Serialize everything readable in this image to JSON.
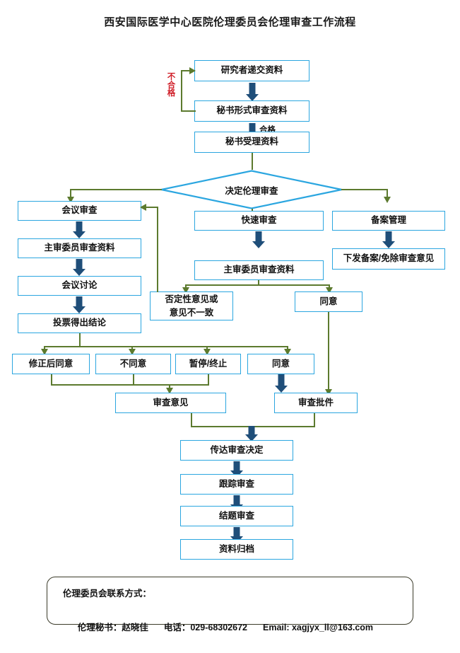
{
  "title": "西安国际医学中心医院伦理委员会伦理审查工作流程",
  "edge_labels": {
    "reject": "不合格",
    "pass": "合格"
  },
  "nodes": {
    "submit": "研究者递交资料",
    "formal_review": "秘书形式审查资料",
    "accept": "秘书受理资料",
    "decide": "决定伦理审查",
    "meeting_review": "会议审查",
    "meeting_reviewer_docs": "主审委员审查资料",
    "meeting_discuss": "会议讨论",
    "vote_conclusion": "投票得出结论",
    "fast_review": "快速审查",
    "fast_reviewer_docs": "主审委员审查资料",
    "filing_management": "备案管理",
    "filing_opinion": "下发备案/免除审查意见",
    "negative_line1": "否定性意见或",
    "negative_line2": "意见不一致",
    "agree_fast": "同意",
    "agree_after_revision": "修正后同意",
    "disagree": "不同意",
    "suspend_terminate": "暂停/终止",
    "agree_vote": "同意",
    "review_opinion": "审查意见",
    "review_approval": "审查批件",
    "convey_decision": "传达审查决定",
    "follow_up_review": "跟踪审查",
    "closure_review": "结题审查",
    "archive": "资料归档"
  },
  "contact": {
    "heading": "伦理委员会联系方式：",
    "secretary_label": "伦理秘书：赵晓佳",
    "phone_label": "电话：029-68302672",
    "email_label": "Email: xagjyx_ll@163.com"
  },
  "colors": {
    "box_border": "#2BA6E0",
    "connector_green": "#5C7A2E",
    "block_arrow_navy": "#1F4E79",
    "reject_red": "#D0202A",
    "card_border": "#3B3B2A"
  }
}
